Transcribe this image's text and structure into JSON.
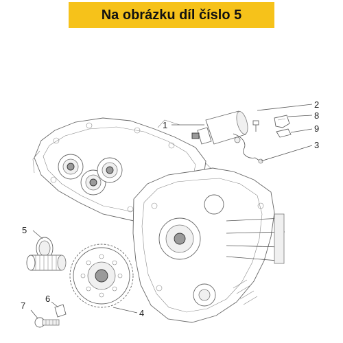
{
  "header": {
    "title": "Na obrázku díl číslo 5",
    "background": "#f6c21a"
  },
  "callouts": {
    "c1": "1",
    "c2": "2",
    "c3": "3",
    "c4": "4",
    "c5": "5",
    "c6": "6",
    "c7": "7",
    "c8": "8",
    "c9": "9"
  }
}
